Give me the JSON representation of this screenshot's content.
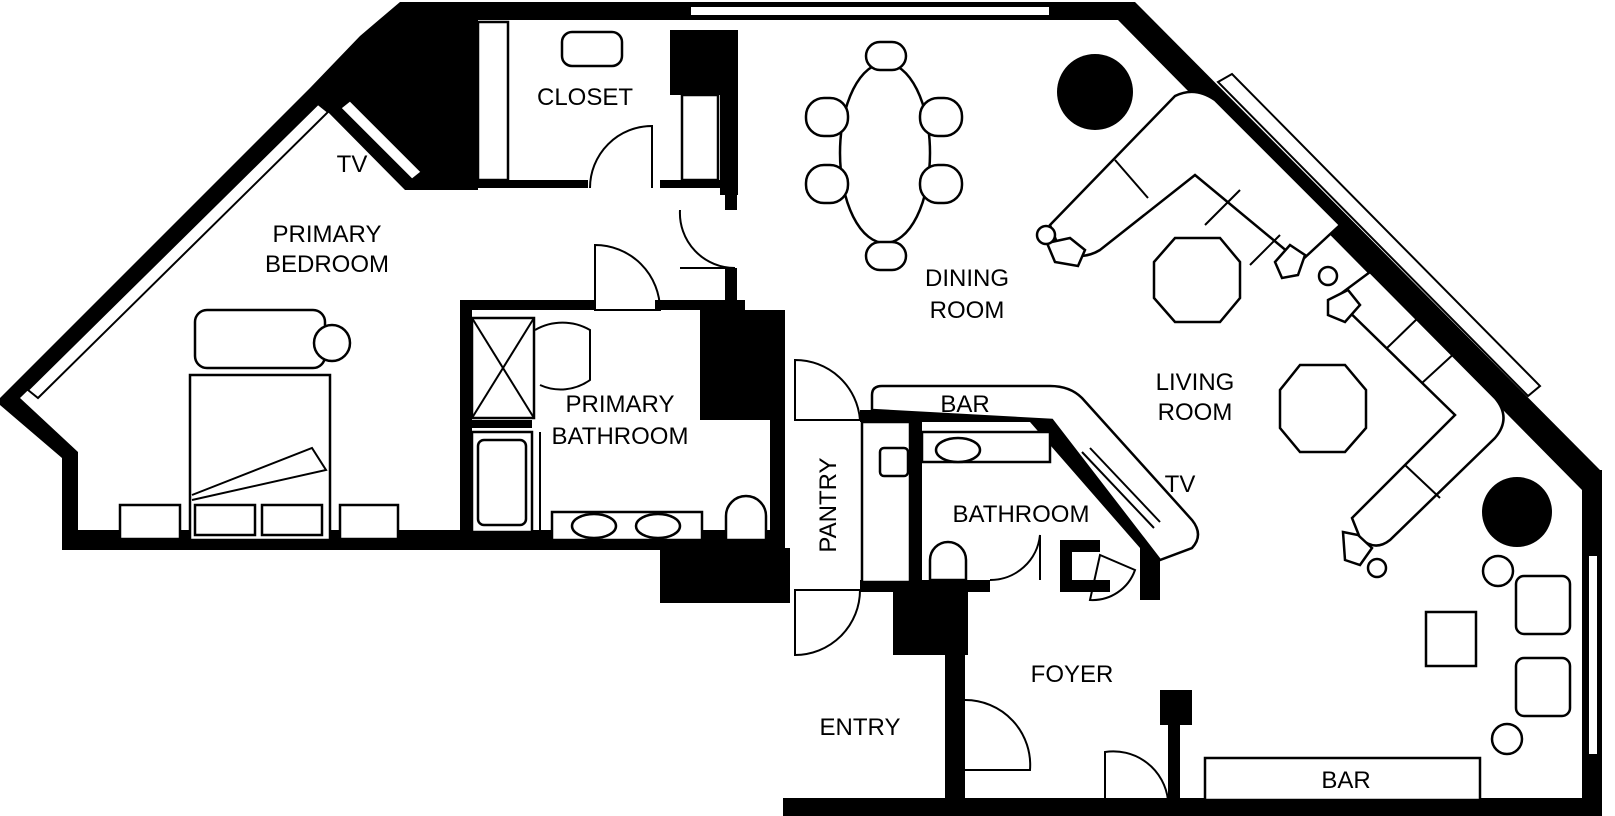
{
  "rooms": {
    "closet": "CLOSET",
    "primary_bedroom_1": "PRIMARY",
    "primary_bedroom_2": "BEDROOM",
    "tv_bedroom": "TV",
    "primary_bathroom_1": "PRIMARY",
    "primary_bathroom_2": "BATHROOM",
    "dining_1": "DINING",
    "dining_2": "ROOM",
    "living_1": "LIVING",
    "living_2": "ROOM",
    "bar_upper": "BAR",
    "tv_living": "TV",
    "bathroom": "BATHROOM",
    "pantry": "PANTRY",
    "foyer": "FOYER",
    "entry": "ENTRY",
    "bar_lower": "BAR"
  }
}
